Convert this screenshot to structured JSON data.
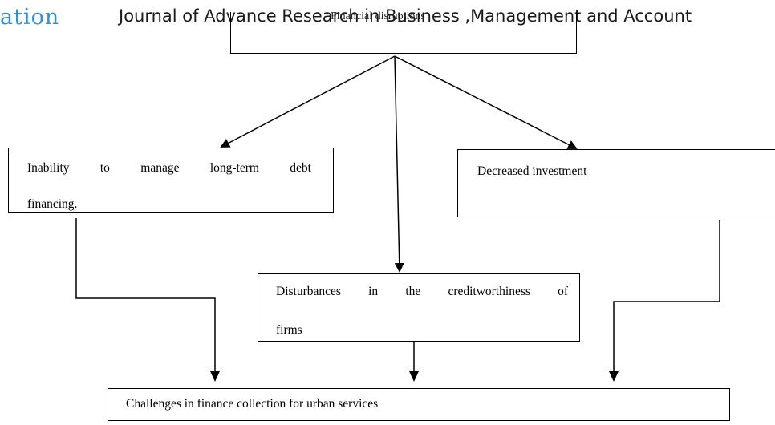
{
  "header": {
    "logo_fragment": "ation",
    "journal_title": "Journal of Advance Research in Business ,Management and Account"
  },
  "nodes": {
    "root": "Financial disruptions",
    "left_line1": [
      "Inability",
      "to",
      "manage",
      "long-term",
      "debt"
    ],
    "left_line2": "financing.",
    "right": "Decreased investment",
    "middle_line1": [
      "Disturbances",
      "in",
      "the",
      "creditworthiness",
      "of"
    ],
    "middle_line2": "firms",
    "bottom": "Challenges in finance collection for urban services"
  },
  "colors": {
    "logo": "#2e8fd8",
    "lines": "#000000"
  }
}
